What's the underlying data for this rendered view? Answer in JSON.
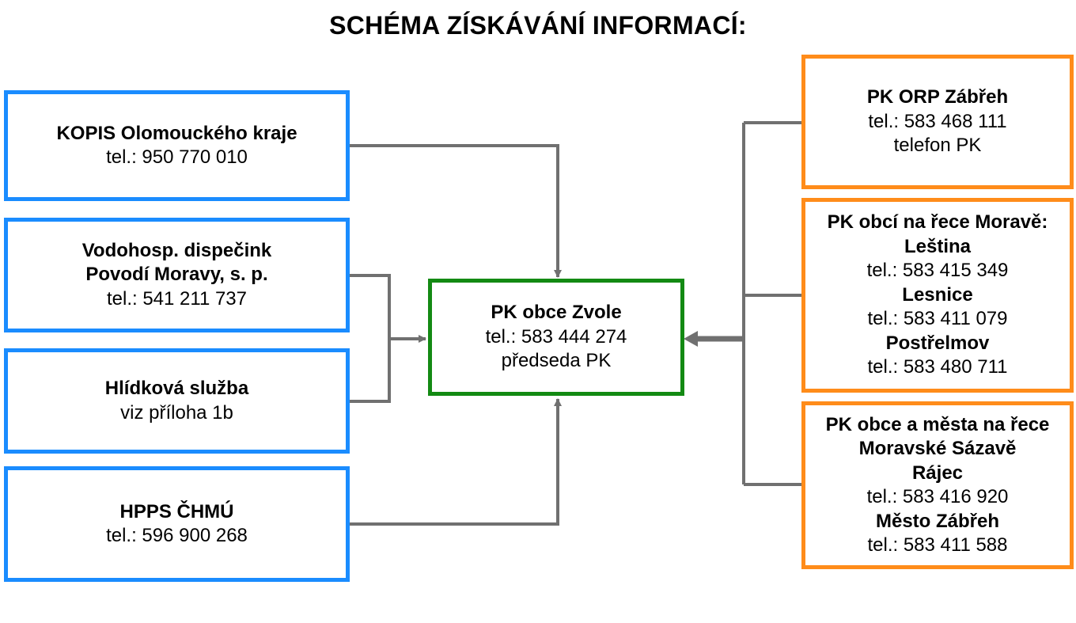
{
  "title": "SCHÉMA ZÍSKÁVÁNÍ INFORMACÍ:",
  "colors": {
    "left_border": "#1a8cff",
    "right_border": "#ff8c1a",
    "center_border": "#138a13",
    "connector": "#707070"
  },
  "center": {
    "name": "PK obce Zvole",
    "phone": "tel.: 583 444 274",
    "note": "předseda PK"
  },
  "left": [
    {
      "name": "KOPIS Olomouckého kraje",
      "phone": "tel.: 950 770 010"
    },
    {
      "name1": "Vodohosp. dispečink",
      "name2": "Povodí Moravy, s. p.",
      "phone": "tel.: 541 211 737"
    },
    {
      "name": "Hlídková služba",
      "note": "viz příloha 1b"
    },
    {
      "name": "HPPS ČHMÚ",
      "phone": "tel.: 596 900 268"
    }
  ],
  "right": [
    {
      "name": "PK ORP Zábřeh",
      "phone": "tel.: 583 468 111",
      "note": "telefon PK"
    },
    {
      "heading": "PK obcí na řece Moravě:",
      "entries": [
        {
          "name": "Leština",
          "phone": "tel.: 583 415 349"
        },
        {
          "name": "Lesnice",
          "phone": "tel.: 583 411 079"
        },
        {
          "name": "Postřelmov",
          "phone": "tel.: 583 480 711"
        }
      ]
    },
    {
      "heading1": "PK obce a města na řece",
      "heading2": "Moravské Sázavě",
      "entries": [
        {
          "name": "Rájec",
          "phone": "tel.: 583 416 920"
        },
        {
          "name": "Město Zábřeh",
          "phone": "tel.: 583 411 588"
        }
      ]
    }
  ]
}
